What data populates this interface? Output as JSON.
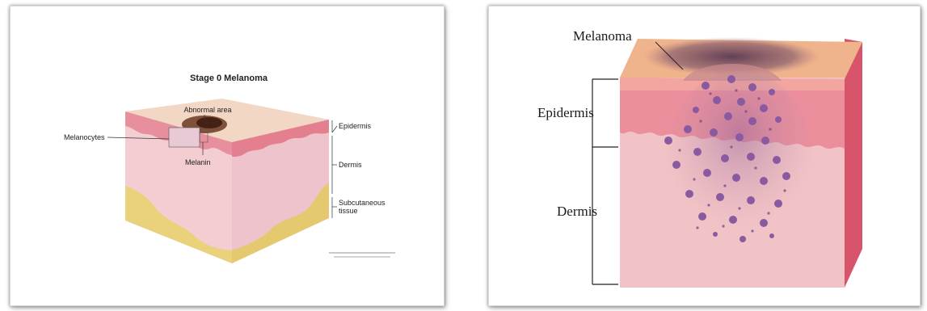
{
  "left_panel": {
    "title": "Stage 0 Melanoma",
    "labels": {
      "abnormal_area": "Abnormal area",
      "melanocytes": "Melanocytes",
      "melanin": "Melanin",
      "epidermis": "Epidermis",
      "dermis": "Dermis",
      "subcutaneous_line1": "Subcutaneous",
      "subcutaneous_line2": "tissue"
    }
  },
  "right_panel": {
    "labels": {
      "melanoma": "Melanoma",
      "epidermis": "Epidermis",
      "dermis": "Dermis"
    }
  },
  "colors": {
    "skin_top": "#f1c9a8",
    "epidermis_pink": "#e98a98",
    "dermis_pink": "#f3cdd2",
    "fat_yellow": "#e9d27a",
    "melanoma_purple": "#8a5aa0"
  }
}
